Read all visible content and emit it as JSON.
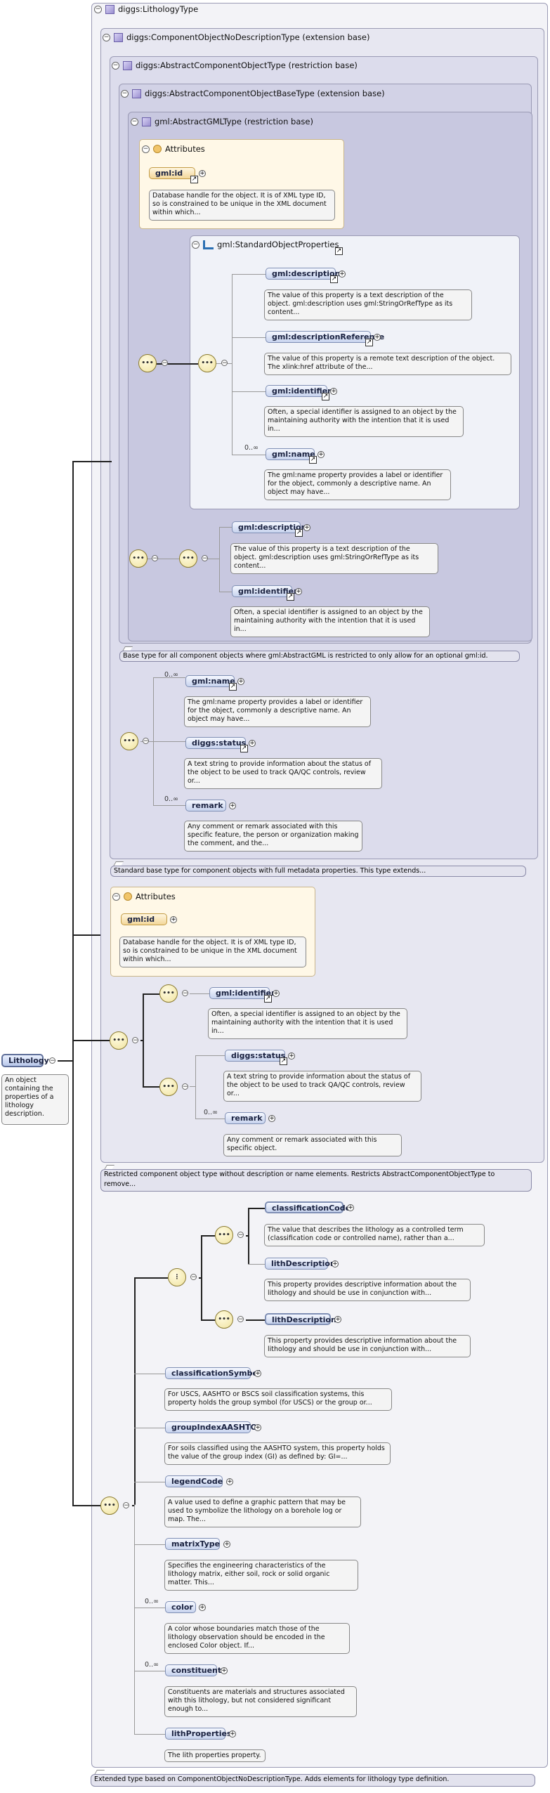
{
  "root": {
    "label": "Lithology",
    "doc": "An object containing the properties of a lithology description."
  },
  "types": {
    "lithology_type": "diggs:LithologyType",
    "component_no_desc": "diggs:ComponentObjectNoDescriptionType (extension base)",
    "abstract_component": "diggs:AbstractComponentObjectType (restriction base)",
    "abstract_component_base": "diggs:AbstractComponentObjectBaseType (extension base)",
    "abstract_gml": "gml:AbstractGMLType (restriction base)",
    "std_obj_props": "gml:StandardObjectProperties"
  },
  "attributes": {
    "title": "Attributes",
    "gml_id": "gml:id",
    "gml_id_doc": "Database handle for the object. It is of XML type ID, so is constrained to be unique in the XML document within which..."
  },
  "std_props": {
    "description": "gml:description",
    "description_doc": "The value of this property is a text description of the object. gml:description uses gml:StringOrRefType as its content...",
    "description_ref": "gml:descriptionReference",
    "description_ref_doc": "The value of this property is a remote text description of the object. The xlink:href attribute of the...",
    "identifier": "gml:identifier",
    "identifier_doc": "Often, a special identifier is assigned to an object by the maintaining authority with the intention that it is used in...",
    "name_occ": "0..∞",
    "name": "gml:name",
    "name_doc": "The gml:name property provides a label or identifier for the object, commonly a descriptive name. An object may have..."
  },
  "restricted_gml": {
    "description": "gml:description",
    "description_doc": "The value of this property is a text description of the object. gml:description uses gml:StringOrRefType as its content...",
    "identifier": "gml:identifier",
    "identifier_doc": "Often, a special identifier is assigned to an object by the maintaining authority with the intention that it is used in...",
    "note": "Base type for all component objects where gml:AbstractGML is restricted to only allow for an optional gml:id."
  },
  "base_ext": {
    "name_occ": "0..∞",
    "name": "gml:name",
    "name_doc": "The gml:name property provides a label or identifier for the object, commonly a descriptive name. An object may have...",
    "status": "diggs:status",
    "status_doc": "A text string to provide information about the status of the object to be used to track QA/QC controls, review or...",
    "remark_occ": "0..∞",
    "remark": "remark",
    "remark_doc": "Any comment or remark associated with this specific feature, the person or organization making the comment, and the...",
    "note": "Standard base type for component objects with full metadata properties. This type extends..."
  },
  "abstract_component_section": {
    "attrs_title": "Attributes",
    "gml_id": "gml:id",
    "gml_id_doc": "Database handle for the object. It is of XML type ID, so is constrained to be unique in the XML document within which...",
    "identifier": "gml:identifier",
    "identifier_doc": "Often, a special identifier is assigned to an object by the maintaining authority with the intention that it is used in...",
    "status": "diggs:status",
    "status_doc": "A text string to provide information about the status of the object to be used to track QA/QC controls, review or...",
    "remark_occ": "0..∞",
    "remark": "remark",
    "remark_doc": "Any comment or remark associated with this specific object.",
    "note": "Restricted component object type without description or name elements. Restricts AbstractComponentObjectType to remove..."
  },
  "lithology_elements": {
    "classification_code": "classificationCode",
    "classification_code_doc": "The value that describes the lithology as a controlled term (classification code or controlled name), rather than a...",
    "lith_description": "lithDescription",
    "lith_description_doc": "This property provides descriptive information about the lithology and should be use in conjunction with...",
    "lith_description2": "lithDescription",
    "lith_description2_doc": "This property provides descriptive information about the lithology and should be use in conjunction with...",
    "classification_symbol": "classificationSymbol",
    "classification_symbol_doc": "For USCS, AASHTO or BSCS soil classification systems, this property holds the group symbol (for USCS) or the group or...",
    "group_index": "groupIndexAASHTO",
    "group_index_doc": "For soils classified using the AASHTO system, this property holds the value of the group index (GI) as defined by: GI=...",
    "legend_code": "legendCode",
    "legend_code_doc": "A value used to define a graphic pattern that may be used to symbolize the lithology on a borehole log or map. The...",
    "matrix_type": "matrixType",
    "matrix_type_doc": "Specifies the engineering characteristics of the lithology matrix, either soil, rock or solid organic matter. This...",
    "color_occ": "0..∞",
    "color": "color",
    "color_doc": "A color whose boundaries match those of the lithology observation should be encoded in the enclosed Color object. If...",
    "constituent_occ": "0..∞",
    "constituent": "constituent",
    "constituent_doc": "Constituents are materials and structures associated with this lithology, but not considered significant enough to...",
    "lith_properties": "lithProperties",
    "lith_properties_doc": "The lith properties property."
  },
  "footer_note": "Extended type based on ComponentObjectNoDescriptionType. Adds elements for lithology type definition.",
  "icons": {
    "toggle": "⊖",
    "plus": "+",
    "link_arrow": "↗"
  }
}
